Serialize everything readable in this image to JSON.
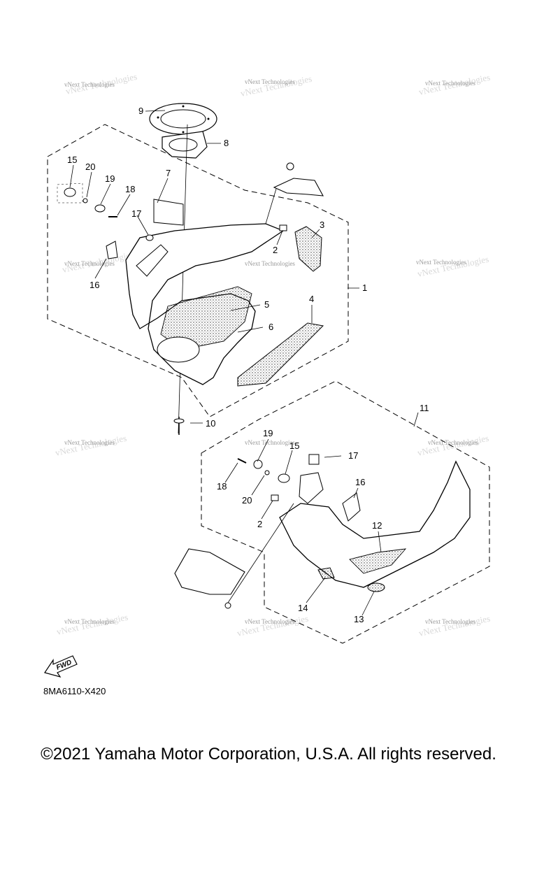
{
  "watermark": "vNext Technologies",
  "callouts": {
    "c1": "1",
    "c2a": "2",
    "c3": "3",
    "c4": "4",
    "c5": "5",
    "c6": "6",
    "c7": "7",
    "c8": "8",
    "c9": "9",
    "c10": "10",
    "c11": "11",
    "c12": "12",
    "c13": "13",
    "c14": "14",
    "c15a": "15",
    "c16a": "16",
    "c17a": "17",
    "c18a": "18",
    "c19a": "19",
    "c20a": "20",
    "c15b": "15",
    "c16b": "16",
    "c17b": "17",
    "c18b": "18",
    "c19b": "19",
    "c20b": "20",
    "c2b": "2"
  },
  "fwd_label": "FWD",
  "diagram_code": "8MA6110-X420",
  "copyright": "©2021 Yamaha Motor Corporation, U.S.A. All rights reserved."
}
